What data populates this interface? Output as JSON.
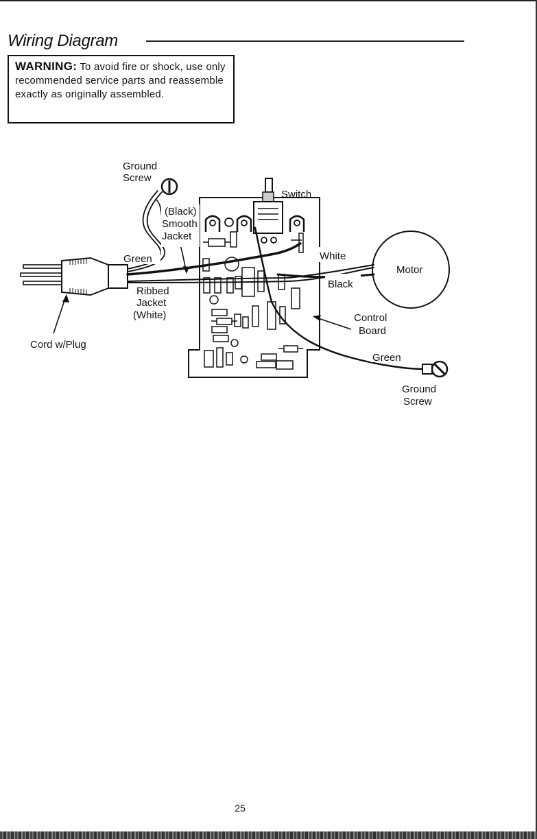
{
  "header": {
    "title": "Wiring Diagram"
  },
  "warning": {
    "lead": "WARNING:",
    "text": " To avoid fire or shock, use only recommended service parts and reassemble exactly as originally assembled."
  },
  "diagram": {
    "labels": {
      "ground_screw_top": [
        "Ground",
        "Screw"
      ],
      "switch": "Switch",
      "smooth_jacket": [
        "(Black)",
        "Smooth",
        "Jacket"
      ],
      "green_left": "Green",
      "white": "White",
      "black": "Black",
      "motor": "Motor",
      "ribbed_jacket": [
        "Ribbed",
        "Jacket",
        "(White)"
      ],
      "control_board": [
        "Control",
        "Board"
      ],
      "cord": "Cord w/Plug",
      "green_right": "Green",
      "ground_screw_bottom": [
        "Ground",
        "Screw"
      ]
    }
  },
  "footer": {
    "page_number": "25"
  }
}
